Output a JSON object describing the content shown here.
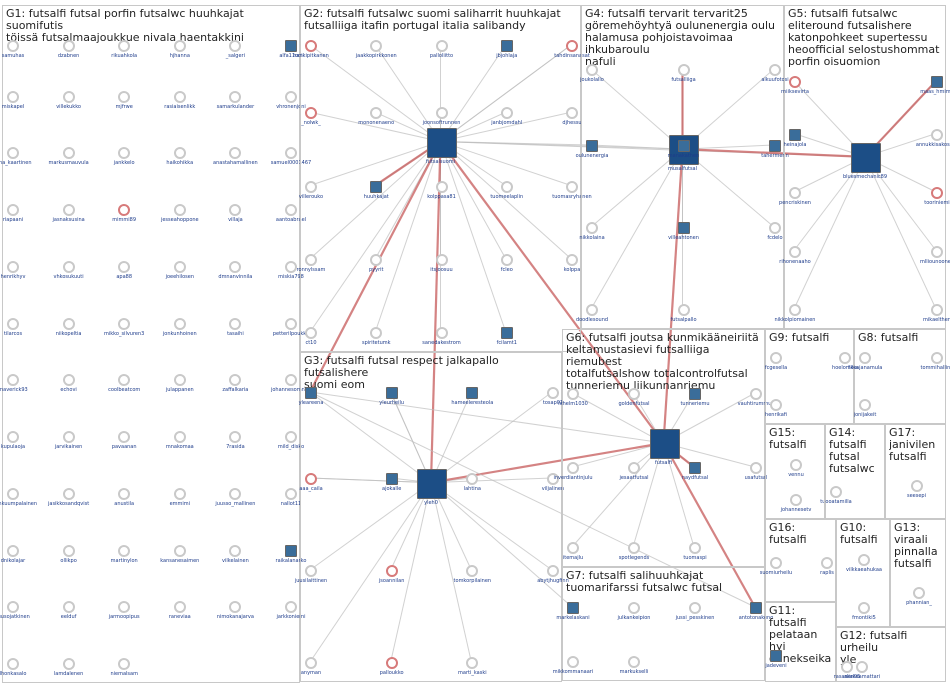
{
  "colors": {
    "panel_border": "#c8c8c8",
    "edge_default": "#bdbdbd",
    "edge_strong": "#c65a5a",
    "node_label": "#1d3b8a",
    "hub_blue": "#1c4e86"
  },
  "groups": [
    {
      "id": "G1",
      "title": "G1: futsalfi futsal porfin futsalwc huuhkajat suomifutis\ntöissä futsalmaajoukkue nivala haentakkini",
      "nodes": [
        "samuhas",
        "dzabnen",
        "rikuahkola",
        "hjhanna",
        "_salgeri",
        "alfa11odi",
        "miskapel",
        "villekukko",
        "mjfrwe",
        "rasiaisenlikk",
        "samarkulander",
        "vhronenjoni",
        "juha_kaartinen",
        "markusmauvula",
        "jankkelo",
        "haikohikka",
        "anastahamallinen",
        "samuel0001467",
        "riapaani",
        "jasnaksusina",
        "mimmi89",
        "jesseahoppone",
        "villaja",
        "aantoabrael",
        "henrikhyv",
        "vhkosukuuti",
        "apa88",
        "joeehilosen",
        "dmnanvinnila",
        "miskia798",
        "tilarcos",
        "niikopeltia",
        "mikko_silvuren3",
        "jonkunhoinen",
        "tasaihi",
        "petterilpoukka",
        "maverick93",
        "echovi",
        "coolbeatcom",
        "julappanen",
        "zaffalkaria",
        "johannesomnen",
        "kupulaoja",
        "jarvikainen",
        "pavaanan",
        "mnakomaa",
        "7rasida",
        "mild_disko",
        "hanhkuumpalainen",
        "jasikkosandqvist",
        "anustila",
        "emmimi",
        "juusso_mallinen",
        "nallot11",
        "dnikolajar",
        "ollikpo",
        "martinylon",
        "kansanesaimen",
        "vilkelainen",
        "raikalanarko",
        "juusojatkinen",
        "eelduf",
        "jarmoopipus",
        "raneviaa",
        "nimokanajarva",
        "jarkkoniemi",
        "lhonkasalo",
        "lamdalenen",
        "niemalsam"
      ]
    },
    {
      "id": "G2",
      "title": "G2: futsalfi futsalwc suomi saliharrit huuhkajat\nfutsalliiga itafin portugal italia salibandy",
      "nodes": [
        "futsalsuomi",
        "hankipitkanen",
        "jaakkopirkkonen",
        "palloliitto",
        "jbjohlaja",
        "tahdinsanasat",
        "_nolwk_",
        "mononenaeno",
        "joonsoftrunnen",
        "janbjomdahl",
        "djhessu",
        "villerouko",
        "huuhkajat",
        "kolppasa81",
        "tuomeelaplin",
        "tuomasryhanen",
        "ronnylssam",
        "pyyrit",
        "itsjoosuu",
        "fcleo",
        "kolppa",
        "ct10",
        "spiritetumk",
        "sanedakestrom",
        "fcilamt1"
      ]
    },
    {
      "id": "G3",
      "title": "G3: futsalfi futsal respect jalkapallo futsalishere\nsuomi eom",
      "nodes": [
        "yleh0",
        "yleareena",
        "yleurheilu",
        "hameeleresteola",
        "tosap01",
        "aaa_caila",
        "ajokalle",
        "lahtina",
        "viljalinen",
        "juusilaittinen",
        "jsoannilan",
        "tomkorpilainen",
        "abytjhugfinn",
        "anyman",
        "palloukko",
        "marti_kaski"
      ]
    },
    {
      "id": "G4",
      "title": "G4: futsalfi tervarit tervarit25\ngöremehöyhtyä oulunenergia oulu\nhalamusa pohjoistavoimaa ihkubaroulu\nnafuli",
      "nodes": [
        "musalfutsal",
        "joukolallo",
        "futsalliiga",
        "alkuufotosi",
        "oulunenergia",
        "manakathen",
        "tahermenn",
        "nikkolaina",
        "villeahtonen",
        "fcdelo",
        "doodlesound",
        "futsalpallo"
      ]
    },
    {
      "id": "G5",
      "title": "G5: futsalfi futsalwc\neliteround futsalishere\nkatonpohkeet supertessu\nheoofficial selostushommat\nporfin oisuomion",
      "nodes": [
        "bluesmechanic89",
        "rniiksevirta",
        "maas_hmimn",
        "heinajola",
        "annukkisakossus",
        "pencriskinen",
        "tooriniemi",
        "rihonenaaho",
        "mlliounoonen",
        "nikkolpiomainen",
        "mikaelthen"
      ]
    },
    {
      "id": "G6",
      "title": "G6: futsalfi joutsa kunmikääneiriitä\nkeltamustasievi futsalliiga riemubest\ntotalfutsalshow totalcontrolfutsal\ntunneriemu liikunnanriemu",
      "nodes": [
        "fchelm1030",
        "goldenfutsal",
        "futsalfi",
        "tunneriemu",
        "vauhtirummuk",
        "inverdiantinjulu",
        "jesaatfutsal",
        "naydfutsal",
        "usafutsal",
        "itemajlu",
        "spotlegends",
        "tuomaspi"
      ]
    },
    {
      "id": "G7",
      "title": "G7: futsalfi salihuuhkajat\ntuomarifarssi futsalwc futsal",
      "nodes": [
        "markelaskani",
        "julkankeipion",
        "jussi_pesskinen",
        "antotonakeno",
        "mikkommanaari",
        "markukselli"
      ]
    },
    {
      "id": "G8",
      "title": "G8: futsalfi",
      "nodes": [
        "ilkkajanamula",
        "tommihalling",
        "jonijakeit"
      ]
    },
    {
      "id": "G9",
      "title": "G9: futsalfi",
      "nodes": [
        "fcgesella",
        "hoelomika",
        "henrikafi"
      ]
    },
    {
      "id": "G10",
      "title": "G10:\nfutsalfi",
      "nodes": [
        "vilkkaeahukaa",
        "fmontiki5"
      ]
    },
    {
      "id": "G11",
      "title": "G11: futsalfi\npelataan hyi\nonnekseika...",
      "nodes": [
        "jadeveni"
      ]
    },
    {
      "id": "G12",
      "title": "G12: futsalfi urheilu\nyle",
      "nodes": [
        "rasanen95",
        "aliakaamattari"
      ]
    },
    {
      "id": "G13",
      "title": "G13:\nviraali\npinnalla\nfutsalfi",
      "nodes": [
        "phannian_"
      ]
    },
    {
      "id": "G14",
      "title": "G14:\nfutsalfi\nfutsal\nfutsalwc",
      "nodes": [
        "tuooatamilla"
      ]
    },
    {
      "id": "G15",
      "title": "G15:\nfutsalfi",
      "nodes": [
        "vennu",
        "johannesetv"
      ]
    },
    {
      "id": "G16",
      "title": "G16: futsalfi",
      "nodes": [
        "suomiurheilu",
        "raplis"
      ]
    },
    {
      "id": "G17",
      "title": "G17:\njanivilen\nfutsalfi",
      "nodes": [
        "seesepi"
      ]
    }
  ]
}
